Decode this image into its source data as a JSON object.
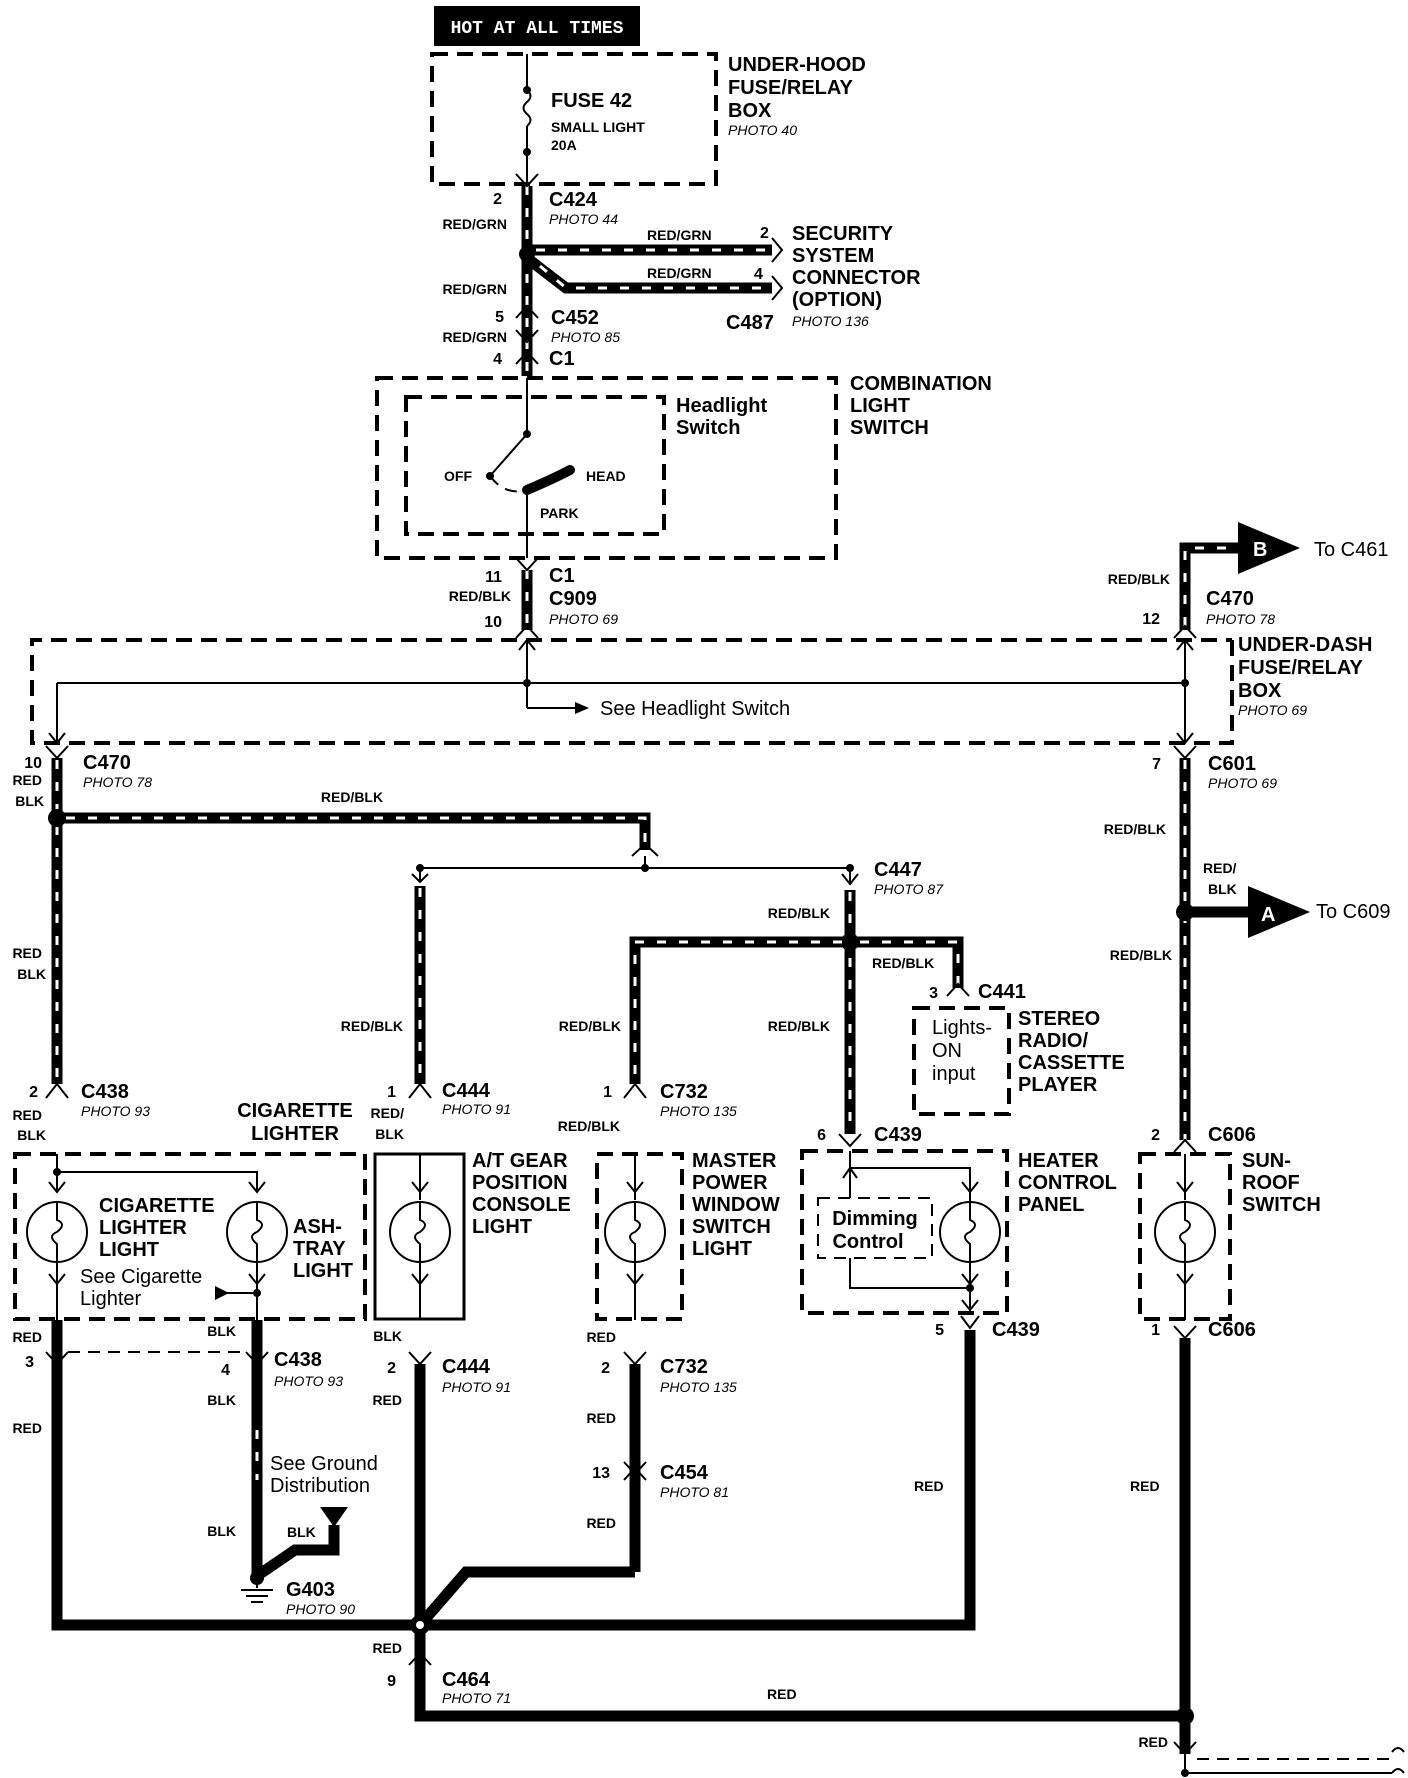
{
  "header": {
    "hot_label": "HOT AT ALL TIMES"
  },
  "underhood_box": {
    "line1": "UNDER-HOOD",
    "line2": "FUSE/RELAY",
    "line3": "BOX",
    "photo": "PHOTO 40",
    "fuse_name": "FUSE 42",
    "fuse_desc": "SMALL LIGHT",
    "fuse_rating": "20A"
  },
  "connectors": {
    "c424": {
      "name": "C424",
      "pin": "2",
      "photo": "PHOTO 44"
    },
    "c452": {
      "name": "C452",
      "pin": "5",
      "photo": "PHOTO 85"
    },
    "c1_top": {
      "name": "C1",
      "pin": "4"
    },
    "c1_bottom": {
      "name": "C1",
      "pin": "11"
    },
    "c909": {
      "name": "C909",
      "pin": "10",
      "photo": "PHOTO 69"
    },
    "c470_right": {
      "name": "C470",
      "pin": "12",
      "photo": "PHOTO 78"
    },
    "c470_left": {
      "name": "C470",
      "pin": "10",
      "photo": "PHOTO 78"
    },
    "c601": {
      "name": "C601",
      "pin": "7",
      "photo": "PHOTO 69"
    },
    "c487": {
      "name": "C487",
      "pin_a": "2",
      "pin_b": "4",
      "photo": "PHOTO 136"
    },
    "c447": {
      "name": "C447",
      "photo": "PHOTO 87"
    },
    "c441": {
      "name": "C441",
      "pin": "3"
    },
    "c438_top": {
      "name": "C438",
      "pin": "2",
      "photo": "PHOTO 93"
    },
    "c444_top": {
      "name": "C444",
      "pin": "1",
      "photo": "PHOTO 91"
    },
    "c732_top": {
      "name": "C732",
      "pin": "1",
      "photo": "PHOTO 135"
    },
    "c439_top": {
      "name": "C439",
      "pin": "6"
    },
    "c606_top": {
      "name": "C606",
      "pin": "2"
    },
    "c438_bottom": {
      "name": "C438",
      "pin_a": "3",
      "pin_b": "4",
      "photo": "PHOTO 93"
    },
    "c444_bottom": {
      "name": "C444",
      "pin": "2",
      "photo": "PHOTO 91"
    },
    "c732_bottom": {
      "name": "C732",
      "pin": "2",
      "photo": "PHOTO 135"
    },
    "c439_bottom": {
      "name": "C439",
      "pin": "5"
    },
    "c606_bottom": {
      "name": "C606",
      "pin": "1"
    },
    "c454": {
      "name": "C454",
      "pin": "13",
      "photo": "PHOTO 81"
    },
    "c464": {
      "name": "C464",
      "pin": "9",
      "photo": "PHOTO 71"
    }
  },
  "wire_colors": {
    "red_grn": "RED/GRN",
    "red_blk": "RED/BLK",
    "red": "RED",
    "blk": "BLK",
    "red_part": "RED",
    "blk_part": "BLK",
    "red_slash": "RED/"
  },
  "security": {
    "line1": "SECURITY",
    "line2": "SYSTEM",
    "line3": "CONNECTOR",
    "line4": "(OPTION)"
  },
  "combo_switch": {
    "line1": "COMBINATION",
    "line2": "LIGHT",
    "line3": "SWITCH",
    "sub1": "Headlight",
    "sub2": "Switch",
    "off": "OFF",
    "head": "HEAD",
    "park": "PARK"
  },
  "underdash_box": {
    "line1": "UNDER-DASH",
    "line2": "FUSE/RELAY",
    "line3": "BOX",
    "photo": "PHOTO 69",
    "see_headlight": "See Headlight Switch"
  },
  "offpage": {
    "b_letter": "B",
    "b_to": "To  C461",
    "a_letter": "A",
    "a_to": "To  C609"
  },
  "stereo": {
    "in1": "Lights-",
    "in2": "ON",
    "in3": "input",
    "line1": "STEREO",
    "line2": "RADIO/",
    "line3": "CASSETTE",
    "line4": "PLAYER"
  },
  "cig_lighter": {
    "title1": "CIGARETTE",
    "title2": "LIGHTER",
    "lamp1": "CIGARETTE",
    "lamp2": "LIGHTER",
    "lamp3": "LIGHT",
    "see1": "See Cigarette",
    "see2": "Lighter",
    "ash1": "ASH-",
    "ash2": "TRAY",
    "ash3": "LIGHT"
  },
  "at_gear": {
    "line1": "A/T GEAR",
    "line2": "POSITION",
    "line3": "CONSOLE",
    "line4": "LIGHT"
  },
  "master_power": {
    "line1": "MASTER",
    "line2": "POWER",
    "line3": "WINDOW",
    "line4": "SWITCH",
    "line5": "LIGHT"
  },
  "heater": {
    "line1": "HEATER",
    "line2": "CONTROL",
    "line3": "PANEL",
    "dim1": "Dimming",
    "dim2": "Control"
  },
  "sunroof": {
    "line1": "SUN-",
    "line2": "ROOF",
    "line3": "SWITCH"
  },
  "ground": {
    "see1": "See Ground",
    "see2": "Distribution",
    "name": "G403",
    "photo": "PHOTO 90"
  }
}
